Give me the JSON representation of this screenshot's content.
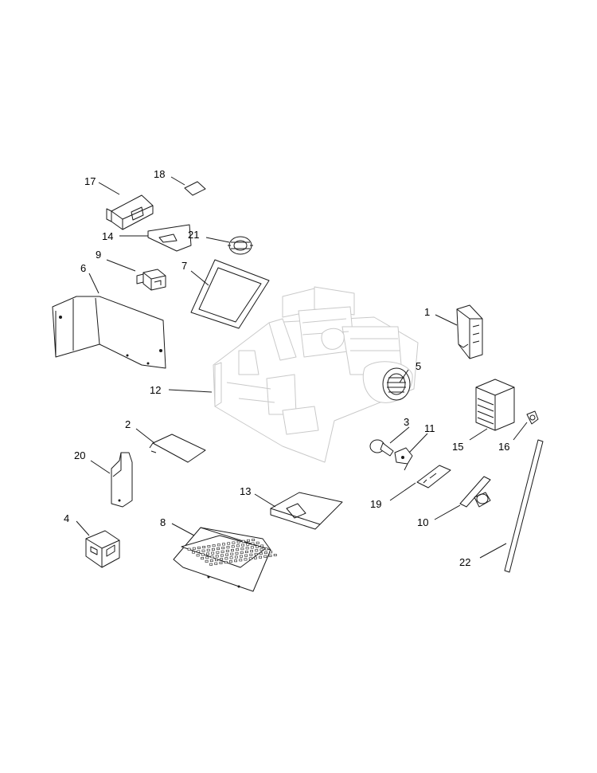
{
  "callouts": [
    {
      "id": "1",
      "label": "1"
    },
    {
      "id": "2",
      "label": "2"
    },
    {
      "id": "3",
      "label": "3"
    },
    {
      "id": "4",
      "label": "4"
    },
    {
      "id": "5",
      "label": "5"
    },
    {
      "id": "6",
      "label": "6"
    },
    {
      "id": "7",
      "label": "7"
    },
    {
      "id": "8",
      "label": "8"
    },
    {
      "id": "9",
      "label": "9"
    },
    {
      "id": "10",
      "label": "10"
    },
    {
      "id": "11",
      "label": "11"
    },
    {
      "id": "12",
      "label": "12"
    },
    {
      "id": "13",
      "label": "13"
    },
    {
      "id": "14",
      "label": "14"
    },
    {
      "id": "15",
      "label": "15"
    },
    {
      "id": "16",
      "label": "16"
    },
    {
      "id": "17",
      "label": "17"
    },
    {
      "id": "18",
      "label": "18"
    },
    {
      "id": "19",
      "label": "19"
    },
    {
      "id": "20",
      "label": "20"
    },
    {
      "id": "21",
      "label": "21"
    },
    {
      "id": "22",
      "label": "22"
    }
  ],
  "colors": {
    "line": "#1a1a1a",
    "ghost": "#c9c9c9",
    "background": "#ffffff"
  }
}
